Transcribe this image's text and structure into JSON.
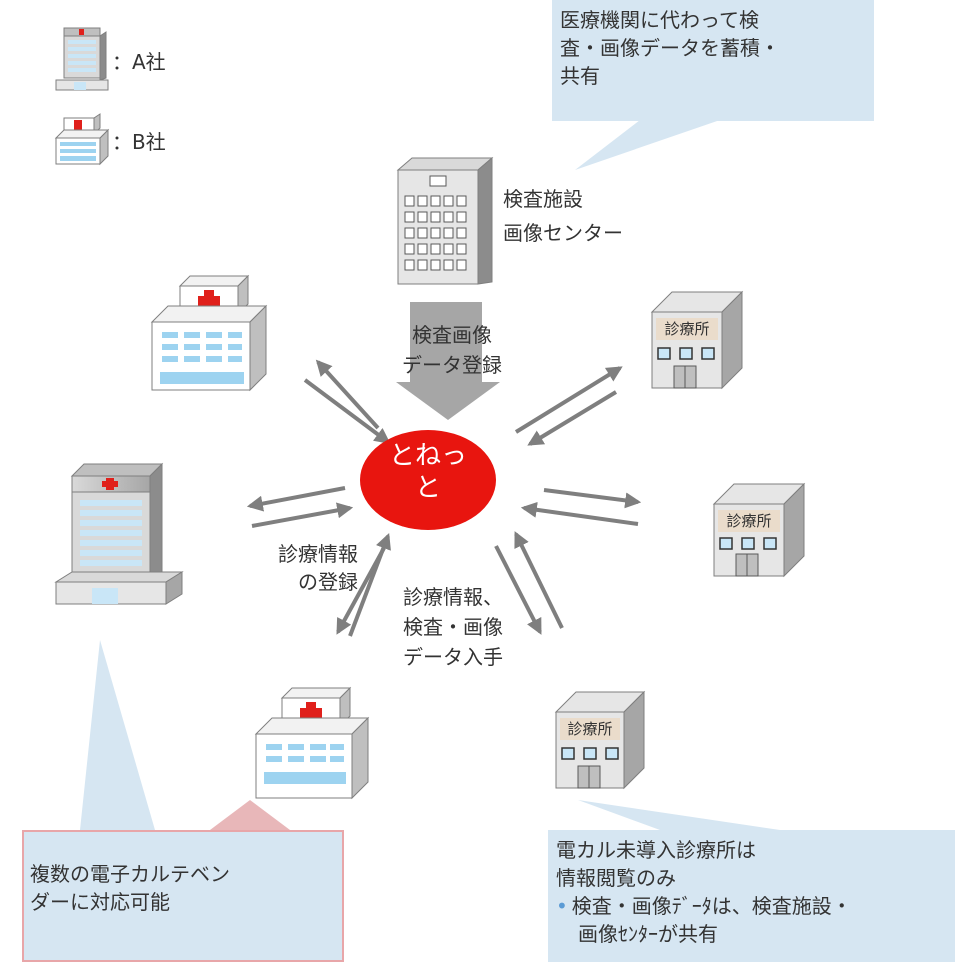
{
  "legend": {
    "a_label": "：A社",
    "b_label": "：B社"
  },
  "center": {
    "line1": "とねっ",
    "line2": "と"
  },
  "callouts": {
    "top_right": [
      "医療機関に代わって検",
      "査・画像データを蓄積・",
      "共有"
    ],
    "bottom_left": [
      "複数の電子カルテベン",
      "ダーに対応可能"
    ],
    "bottom_right": {
      "lines": [
        "電カル未導入診療所は",
        "情報閲覧のみ"
      ],
      "bullet": [
        "検査・画像ﾃﾞｰﾀは、検査施設・",
        "画像ｾﾝﾀｰが共有"
      ]
    }
  },
  "labels": {
    "facility": [
      "検査施設",
      "画像センター"
    ],
    "upload": [
      "検査画像",
      "データ登録"
    ],
    "register": [
      "診療情報",
      "の登録"
    ],
    "obtain": [
      "診療情報、",
      "検査・画像",
      "データ入手"
    ]
  },
  "clinic_sign": "診療所",
  "colors": {
    "center_fill": "#e8150f",
    "callout_fill": "#d6e6f2",
    "callout_pink_border": "#e8a6a9",
    "arrow": "#7f7f7f",
    "building_blue": "#c9e6f7",
    "cross_red": "#e0201b"
  }
}
